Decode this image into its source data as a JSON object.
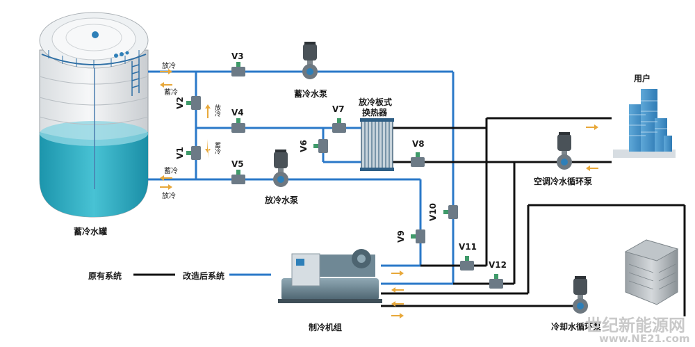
{
  "tank": {
    "label": "蓄冷水罐"
  },
  "flow_labels": {
    "discharge_top": "放冷",
    "charge_top": "蓄冷",
    "charge_bottom": "蓄冷",
    "discharge_bottom": "放冷",
    "v2_side": "放冷",
    "v1_side": "蓄冷"
  },
  "valves": {
    "v1": "V1",
    "v2": "V2",
    "v3": "V3",
    "v4": "V4",
    "v5": "V5",
    "v6": "V6",
    "v7": "V7",
    "v8": "V8",
    "v9": "V9",
    "v10": "V10",
    "v11": "V11",
    "v12": "V12"
  },
  "pumps": {
    "charge_pump": "蓄冷水泵",
    "discharge_pump": "放冷水泵",
    "ac_pump": "空调冷水循环泵",
    "cooling_pump": "冷却水循环泵"
  },
  "heat_exchanger": {
    "line1": "放冷板式",
    "line2": "换热器"
  },
  "user": {
    "label": "用户"
  },
  "chiller": {
    "label": "制冷机组"
  },
  "legend": {
    "original": "原有系统",
    "modified": "改造后系统"
  },
  "watermark": {
    "line1": "世纪新能源网",
    "line2": "www.NE21.com"
  },
  "colors": {
    "new_pipe": "#2a78c8",
    "old_pipe": "#111111",
    "arrow": "#e8a83a",
    "water": "#3ab4c8"
  }
}
